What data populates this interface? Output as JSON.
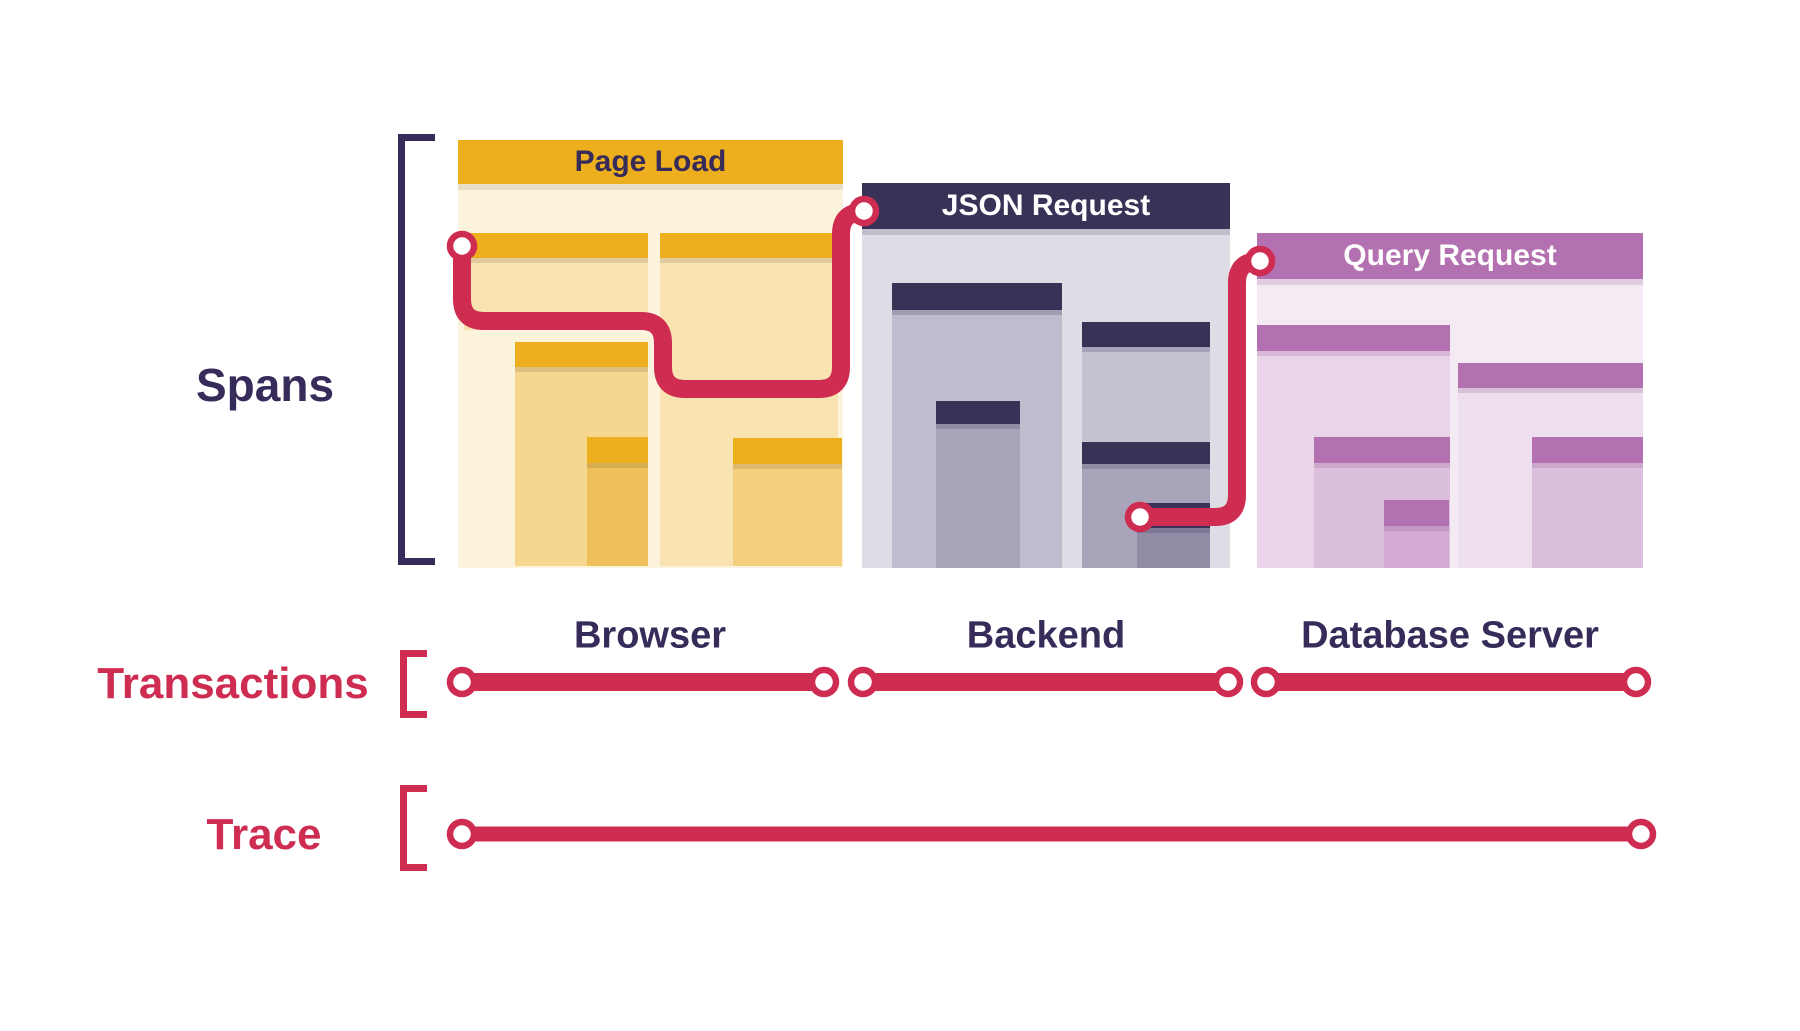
{
  "diagram": {
    "spans_label": "Spans",
    "transactions_label": "Transactions",
    "trace_label": "Trace"
  },
  "panels": [
    {
      "title": "Page Load",
      "lane": "Browser"
    },
    {
      "title": "JSON Request",
      "lane": "Backend"
    },
    {
      "title": "Query Request",
      "lane": "Database Server"
    }
  ],
  "colors": {
    "gold": "#EEAF1E",
    "navy": "#3A3157",
    "navy-text": "#362B59",
    "orchid": "#B471B1",
    "red": "#CE2C51",
    "canvas-bg": "#FFFFFF"
  }
}
